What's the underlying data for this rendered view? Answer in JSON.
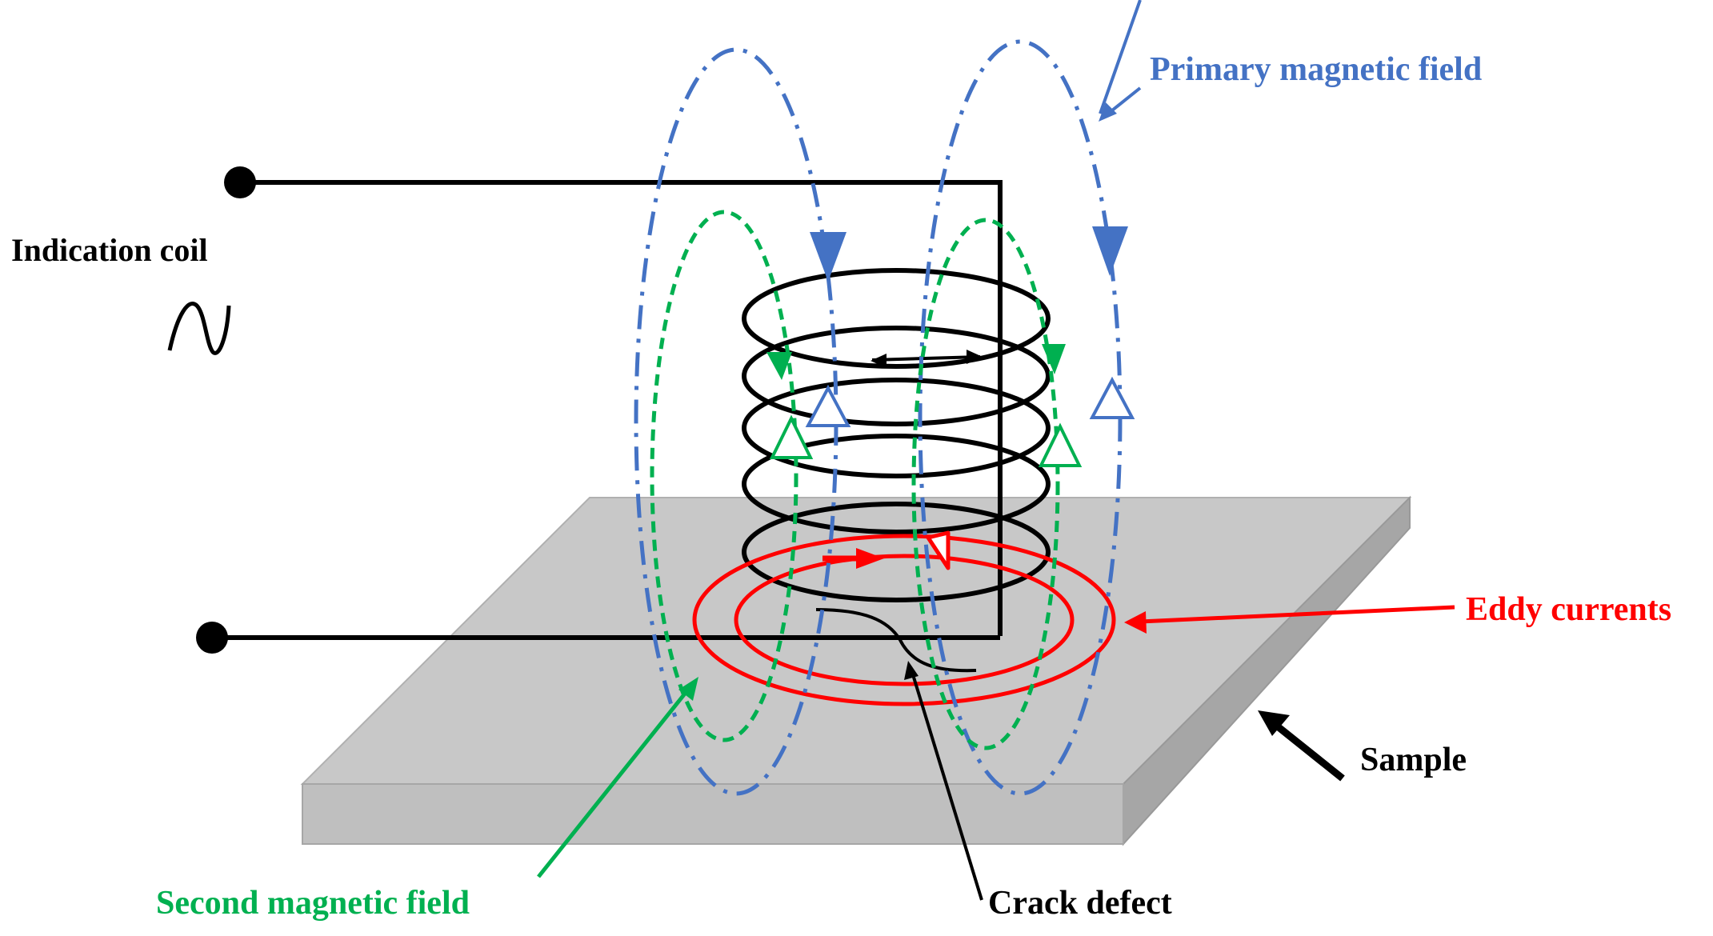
{
  "labels": {
    "indication_coil": "Indication coil",
    "primary_field": "Primary magnetic field",
    "eddy_currents": "Eddy currents",
    "sample": "Sample",
    "second_field": "Second magnetic field",
    "crack_defect": "Crack defect"
  },
  "colors": {
    "primary": "#4472C4",
    "secondary": "#00B050",
    "eddy": "#FF0000",
    "coil": "#000000",
    "sample_top": "#C8C8C8",
    "sample_side": "#A6A6A6"
  }
}
